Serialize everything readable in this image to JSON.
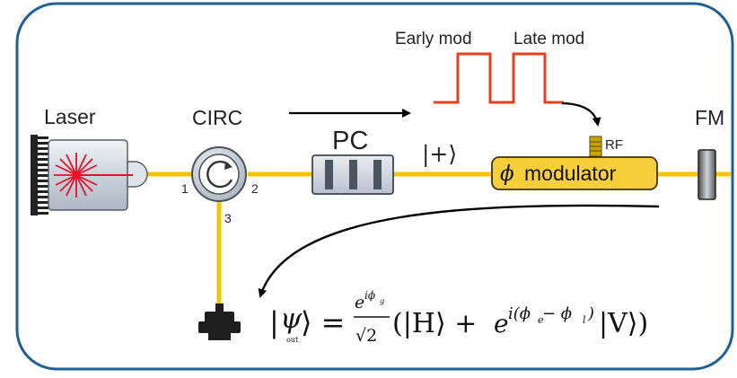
{
  "labels": {
    "laser": "Laser",
    "circulator": "CIRC",
    "port1": "1",
    "port2": "2",
    "port3": "3",
    "polarization_controller": "PC",
    "ket_plus": "|+⟩",
    "rf": "RF",
    "modulator_symbol": "ϕ",
    "modulator": "modulator",
    "faraday_mirror": "FM",
    "early_mod": "Early mod",
    "late_mod": "Late mod"
  },
  "formula": {
    "lhs_open": "|",
    "psi": "ψ",
    "psi_sub": "out",
    "lhs_close": "⟩ =",
    "frac_num_e": "e",
    "frac_num_exp": "iϕ",
    "frac_num_exp_sub": "g",
    "frac_den": "√2",
    "ket_h": "(|H⟩ +",
    "e": "e",
    "phase_exp": "i(ϕ",
    "phase_exp_e": "e",
    "phase_exp_mid": " − ϕ",
    "phase_exp_l": "l",
    "phase_exp_close": ")",
    "ket_v": "|V⟩)"
  },
  "colors": {
    "frame_border": "#1f5f93",
    "fiber": "#f5c400",
    "pulse": "#e8401c",
    "modulator_fill": "#f7cf3a",
    "laser_beam": "#e8102a"
  }
}
